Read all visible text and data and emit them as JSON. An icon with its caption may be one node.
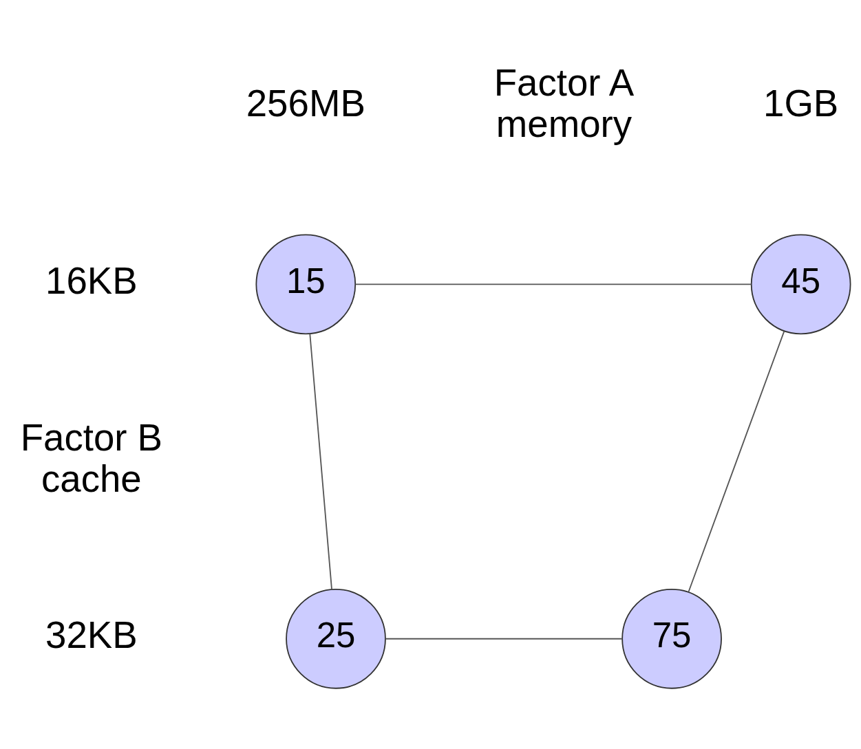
{
  "diagram": {
    "nodes": [
      {
        "text": [
          "15"
        ]
      },
      {
        "text": [
          "45"
        ]
      },
      {
        "text": [
          "25"
        ]
      },
      {
        "text": [
          "75"
        ]
      }
    ],
    "edges": [
      {
        "from": 0,
        "to": 1,
        "arrow": "none"
      },
      {
        "from": 0,
        "to": 2,
        "arrow": "none"
      },
      {
        "from": 1,
        "to": 3,
        "arrow": "none"
      },
      {
        "from": 2,
        "to": 3,
        "arrow": "none"
      }
    ],
    "labels": [
      "256MB",
      "Factor A memory",
      "1GB",
      "16KB",
      "Factor B cache",
      "32KB"
    ]
  }
}
